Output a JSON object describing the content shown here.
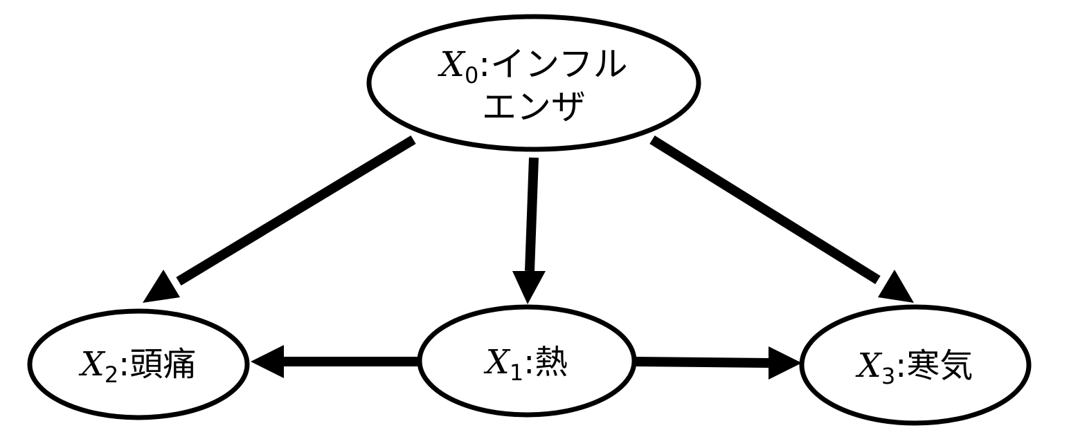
{
  "nodes": {
    "x0": {
      "var": "X",
      "sub": "0",
      "label_line1": ":インフル",
      "label_line2": "エンザ"
    },
    "x1": {
      "var": "X",
      "sub": "1",
      "label": ":熱"
    },
    "x2": {
      "var": "X",
      "sub": "2",
      "label": ":頭痛"
    },
    "x3": {
      "var": "X",
      "sub": "3",
      "label": ":寒気"
    }
  },
  "edges": [
    {
      "from": "x0",
      "to": "x2"
    },
    {
      "from": "x0",
      "to": "x1"
    },
    {
      "from": "x0",
      "to": "x3"
    },
    {
      "from": "x1",
      "to": "x2"
    },
    {
      "from": "x1",
      "to": "x3"
    }
  ],
  "colors": {
    "stroke": "#000000",
    "background": "#ffffff"
  }
}
